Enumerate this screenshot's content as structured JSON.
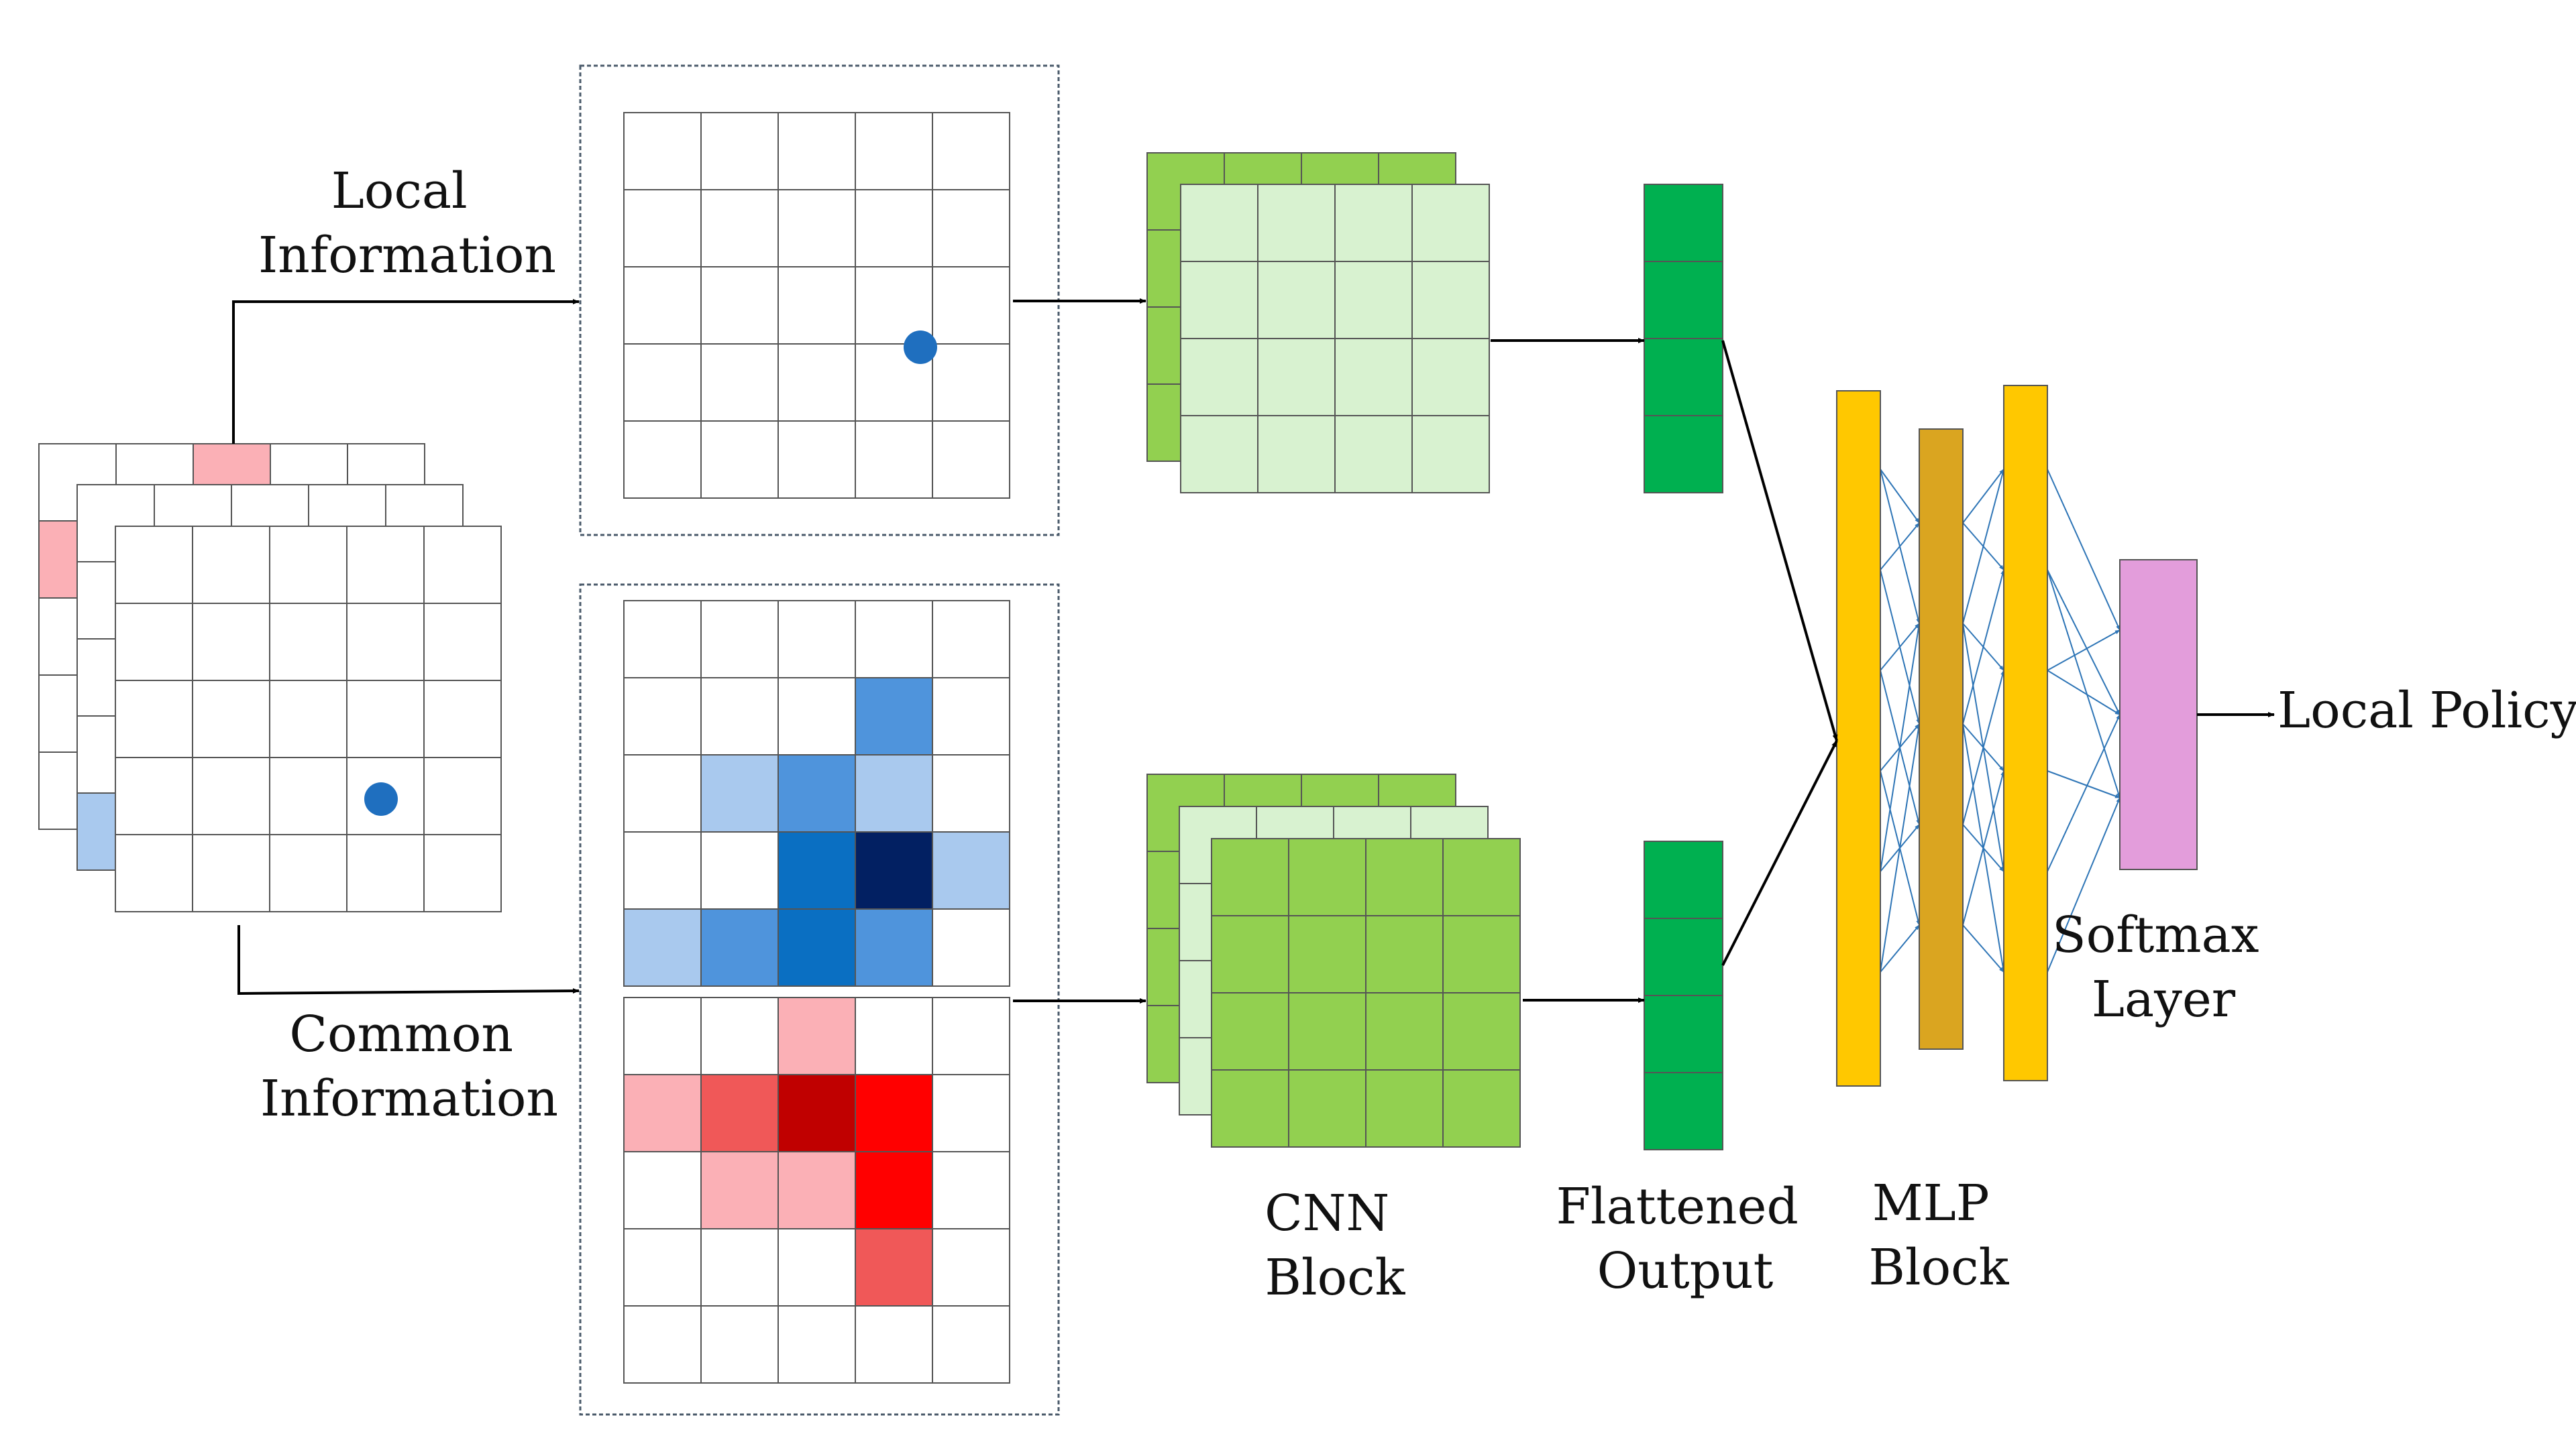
{
  "labels": {
    "local_info": [
      "Local",
      "Information"
    ],
    "common_info": [
      "Common",
      "Information"
    ],
    "cnn_block": [
      "CNN",
      "Block"
    ],
    "flattened_output": [
      "Flattened",
      "Output"
    ],
    "mlp_block": [
      "MLP",
      "Block"
    ],
    "softmax_layer": [
      "Softmax",
      "Layer"
    ],
    "output": "Local Policy"
  },
  "colors": {
    "grid_line": "#555555",
    "agent_dot": "#1f6fbf",
    "pink_light": "#fbb0b6",
    "red_medium": "#f05858",
    "red_bright": "#ff0000",
    "red_dark": "#c00000",
    "blue_light": "#a9c9ee",
    "blue_medium": "#4f94dc",
    "blue_strong": "#0a6fc2",
    "blue_dark": "#022062",
    "cnn_green": "#92d050",
    "cnn_light_green": "#d8f2d0",
    "flatten_green": "#00b050",
    "mlp_yellow": "#ffc800",
    "mlp_gold": "#daa520",
    "softmax_pink": "#e39ddb",
    "connector_blue": "#2e75b6"
  },
  "grids": {
    "local_agent_cell": [
      3,
      3
    ],
    "common_blue": [
      [
        "",
        "",
        "",
        "",
        ""
      ],
      [
        "",
        "",
        "",
        "medium",
        ""
      ],
      [
        "",
        "light",
        "medium",
        "light",
        ""
      ],
      [
        "",
        "",
        "strong",
        "dark",
        "light"
      ],
      [
        "light",
        "medium",
        "strong",
        "medium",
        ""
      ]
    ],
    "common_red": [
      [
        "",
        "",
        "pink",
        "",
        ""
      ],
      [
        "pink",
        "medium",
        "dark",
        "bright",
        ""
      ],
      [
        "",
        "pink",
        "pink",
        "bright",
        ""
      ],
      [
        "",
        "",
        "",
        "medium",
        ""
      ],
      [
        "",
        "",
        "",
        "",
        ""
      ]
    ]
  },
  "stacks": {
    "cnn_top": [
      "cnn_green",
      "cnn_light_green"
    ],
    "cnn_bottom": [
      "cnn_green",
      "cnn_light_green",
      "cnn_green"
    ]
  }
}
